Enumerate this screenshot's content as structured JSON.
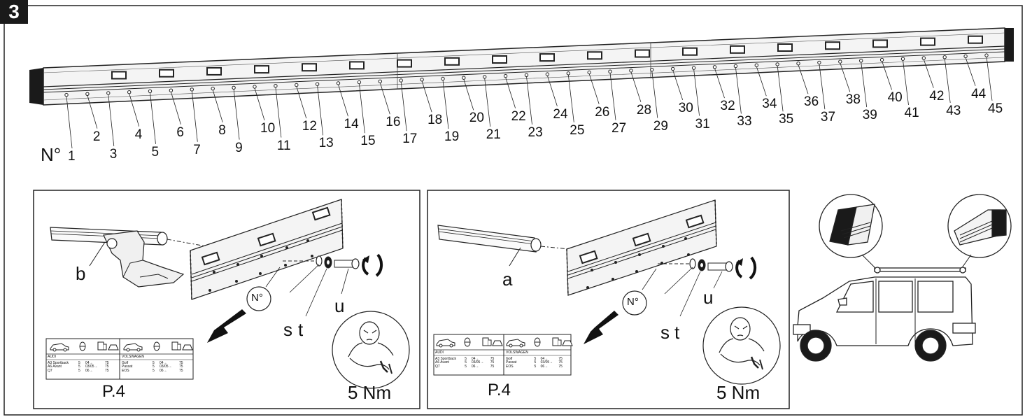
{
  "step_number": "3",
  "prefix_label": "N°",
  "position_numbers": [
    "1",
    "2",
    "3",
    "4",
    "5",
    "6",
    "7",
    "8",
    "9",
    "10",
    "11",
    "12",
    "13",
    "14",
    "15",
    "16",
    "17",
    "18",
    "19",
    "20",
    "21",
    "22",
    "23",
    "24",
    "25",
    "26",
    "27",
    "28",
    "29",
    "30",
    "31",
    "32",
    "33",
    "34",
    "35",
    "36",
    "37",
    "38",
    "39",
    "40",
    "41",
    "42",
    "43",
    "44",
    "45"
  ],
  "panel_left": {
    "bar_label": "b",
    "position_label": "N°",
    "parts": [
      "s",
      "t",
      "u"
    ],
    "page_ref": "P.4",
    "torque": "5 Nm",
    "table": {
      "left_brand": "AUDI",
      "left_rows": [
        [
          "A3 Sportback",
          "5",
          "04→",
          "75"
        ],
        [
          "A6 Avant",
          "5",
          "03/05→",
          "75"
        ],
        [
          "Q7",
          "5",
          "06→",
          "75"
        ]
      ],
      "right_brand": "VOLSWAGEN",
      "right_rows": [
        [
          "Golf",
          "5",
          "04→",
          "75"
        ],
        [
          "Passat",
          "5",
          "03/05→",
          "75"
        ],
        [
          "EOS",
          "5",
          "06→",
          "75"
        ]
      ]
    }
  },
  "panel_right": {
    "bar_label": "a",
    "position_label": "N°",
    "parts": [
      "s",
      "t",
      "u"
    ],
    "page_ref": "P.4",
    "torque": "5 Nm",
    "table": {
      "left_brand": "AUDI",
      "left_rows": [
        [
          "A3 Sportback",
          "5",
          "04→",
          "75"
        ],
        [
          "A6 Avant",
          "5",
          "03/05→",
          "75"
        ],
        [
          "Q7",
          "5",
          "06→",
          "75"
        ]
      ],
      "right_brand": "VOLSWAGEN",
      "right_rows": [
        [
          "Golf",
          "5",
          "04→",
          "75"
        ],
        [
          "Passat",
          "5",
          "03/05→",
          "75"
        ],
        [
          "EOS",
          "5",
          "06→",
          "75"
        ]
      ]
    }
  }
}
